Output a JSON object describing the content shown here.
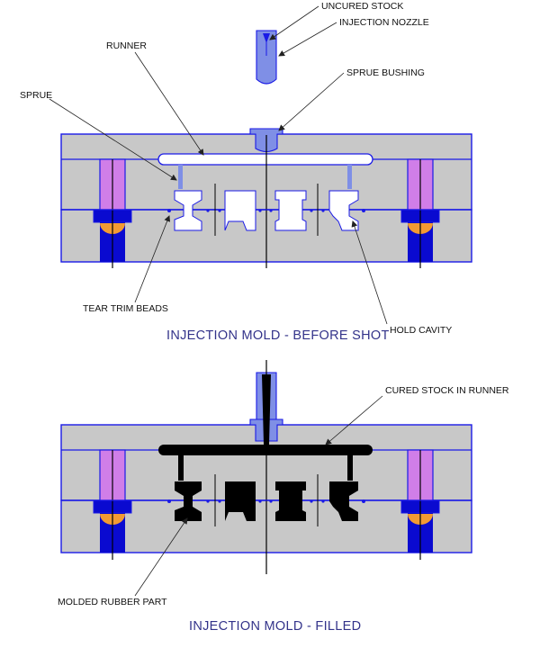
{
  "before": {
    "title": "INJECTION MOLD - BEFORE SHOT",
    "labels": {
      "uncured_stock": "UNCURED STOCK",
      "injection_nozzle": "INJECTION NOZZLE",
      "runner": "RUNNER",
      "sprue_bushing": "SPRUE BUSHING",
      "sprue": "SPRUE",
      "tear_trim_beads": "TEAR TRIM BEADS",
      "hold_cavity": "HOLD CAVITY"
    }
  },
  "filled": {
    "title": "INJECTION MOLD - FILLED",
    "labels": {
      "cured_stock_in_runner": "CURED STOCK IN RUNNER",
      "molded_rubber_part": "MOLDED RUBBER PART"
    }
  },
  "colors": {
    "mold_plate": "#c8c8c8",
    "outline_blue": "#1a1ae6",
    "nozzle_blue": "#7f8fe6",
    "guide_pin": "#d07ee8",
    "bushing_orange": "#f29a33",
    "leader_pin": "#0a0ad0",
    "cavity_empty": "#ffffff",
    "cured_stock": "#000000",
    "title_color": "#33338a"
  }
}
